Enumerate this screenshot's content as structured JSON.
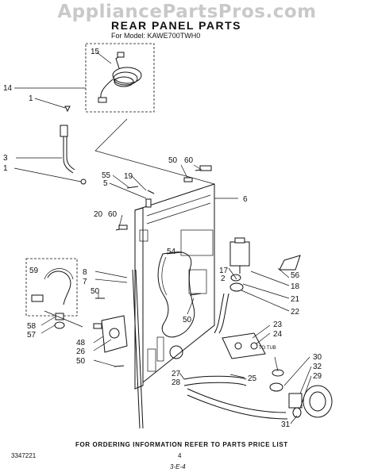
{
  "watermark": "AppliancePartsPros.com",
  "title": "REAR PANEL PARTS",
  "model": "For Model: KAWE700TWH0",
  "footer": "FOR ORDERING INFORMATION REFER TO PARTS PRICE LIST",
  "catalog_number": "3347221",
  "page_number": "4",
  "page_ref": "3-E-4",
  "callouts": {
    "c15": "15",
    "c14": "14",
    "c1a": "1",
    "c3": "3",
    "c1b": "1",
    "c55": "55",
    "c5": "5",
    "c19": "19",
    "c50a": "50",
    "c60a": "60",
    "c6": "6",
    "c20": "20",
    "c60b": "60",
    "c54": "54",
    "c17": "17",
    "c2": "2",
    "c56": "56",
    "c18": "18",
    "c21": "21",
    "c22": "22",
    "c59": "59",
    "c8": "8",
    "c7": "7",
    "c50b": "50",
    "c50c": "50",
    "c58": "58",
    "c57": "57",
    "c48": "48",
    "c26": "26",
    "c50d": "50",
    "c23": "23",
    "c24": "24",
    "c25": "25",
    "c27": "27",
    "c28": "28",
    "c30": "30",
    "c32": "32",
    "c29": "29",
    "c31": "31"
  },
  "annotation": "TO TUB"
}
